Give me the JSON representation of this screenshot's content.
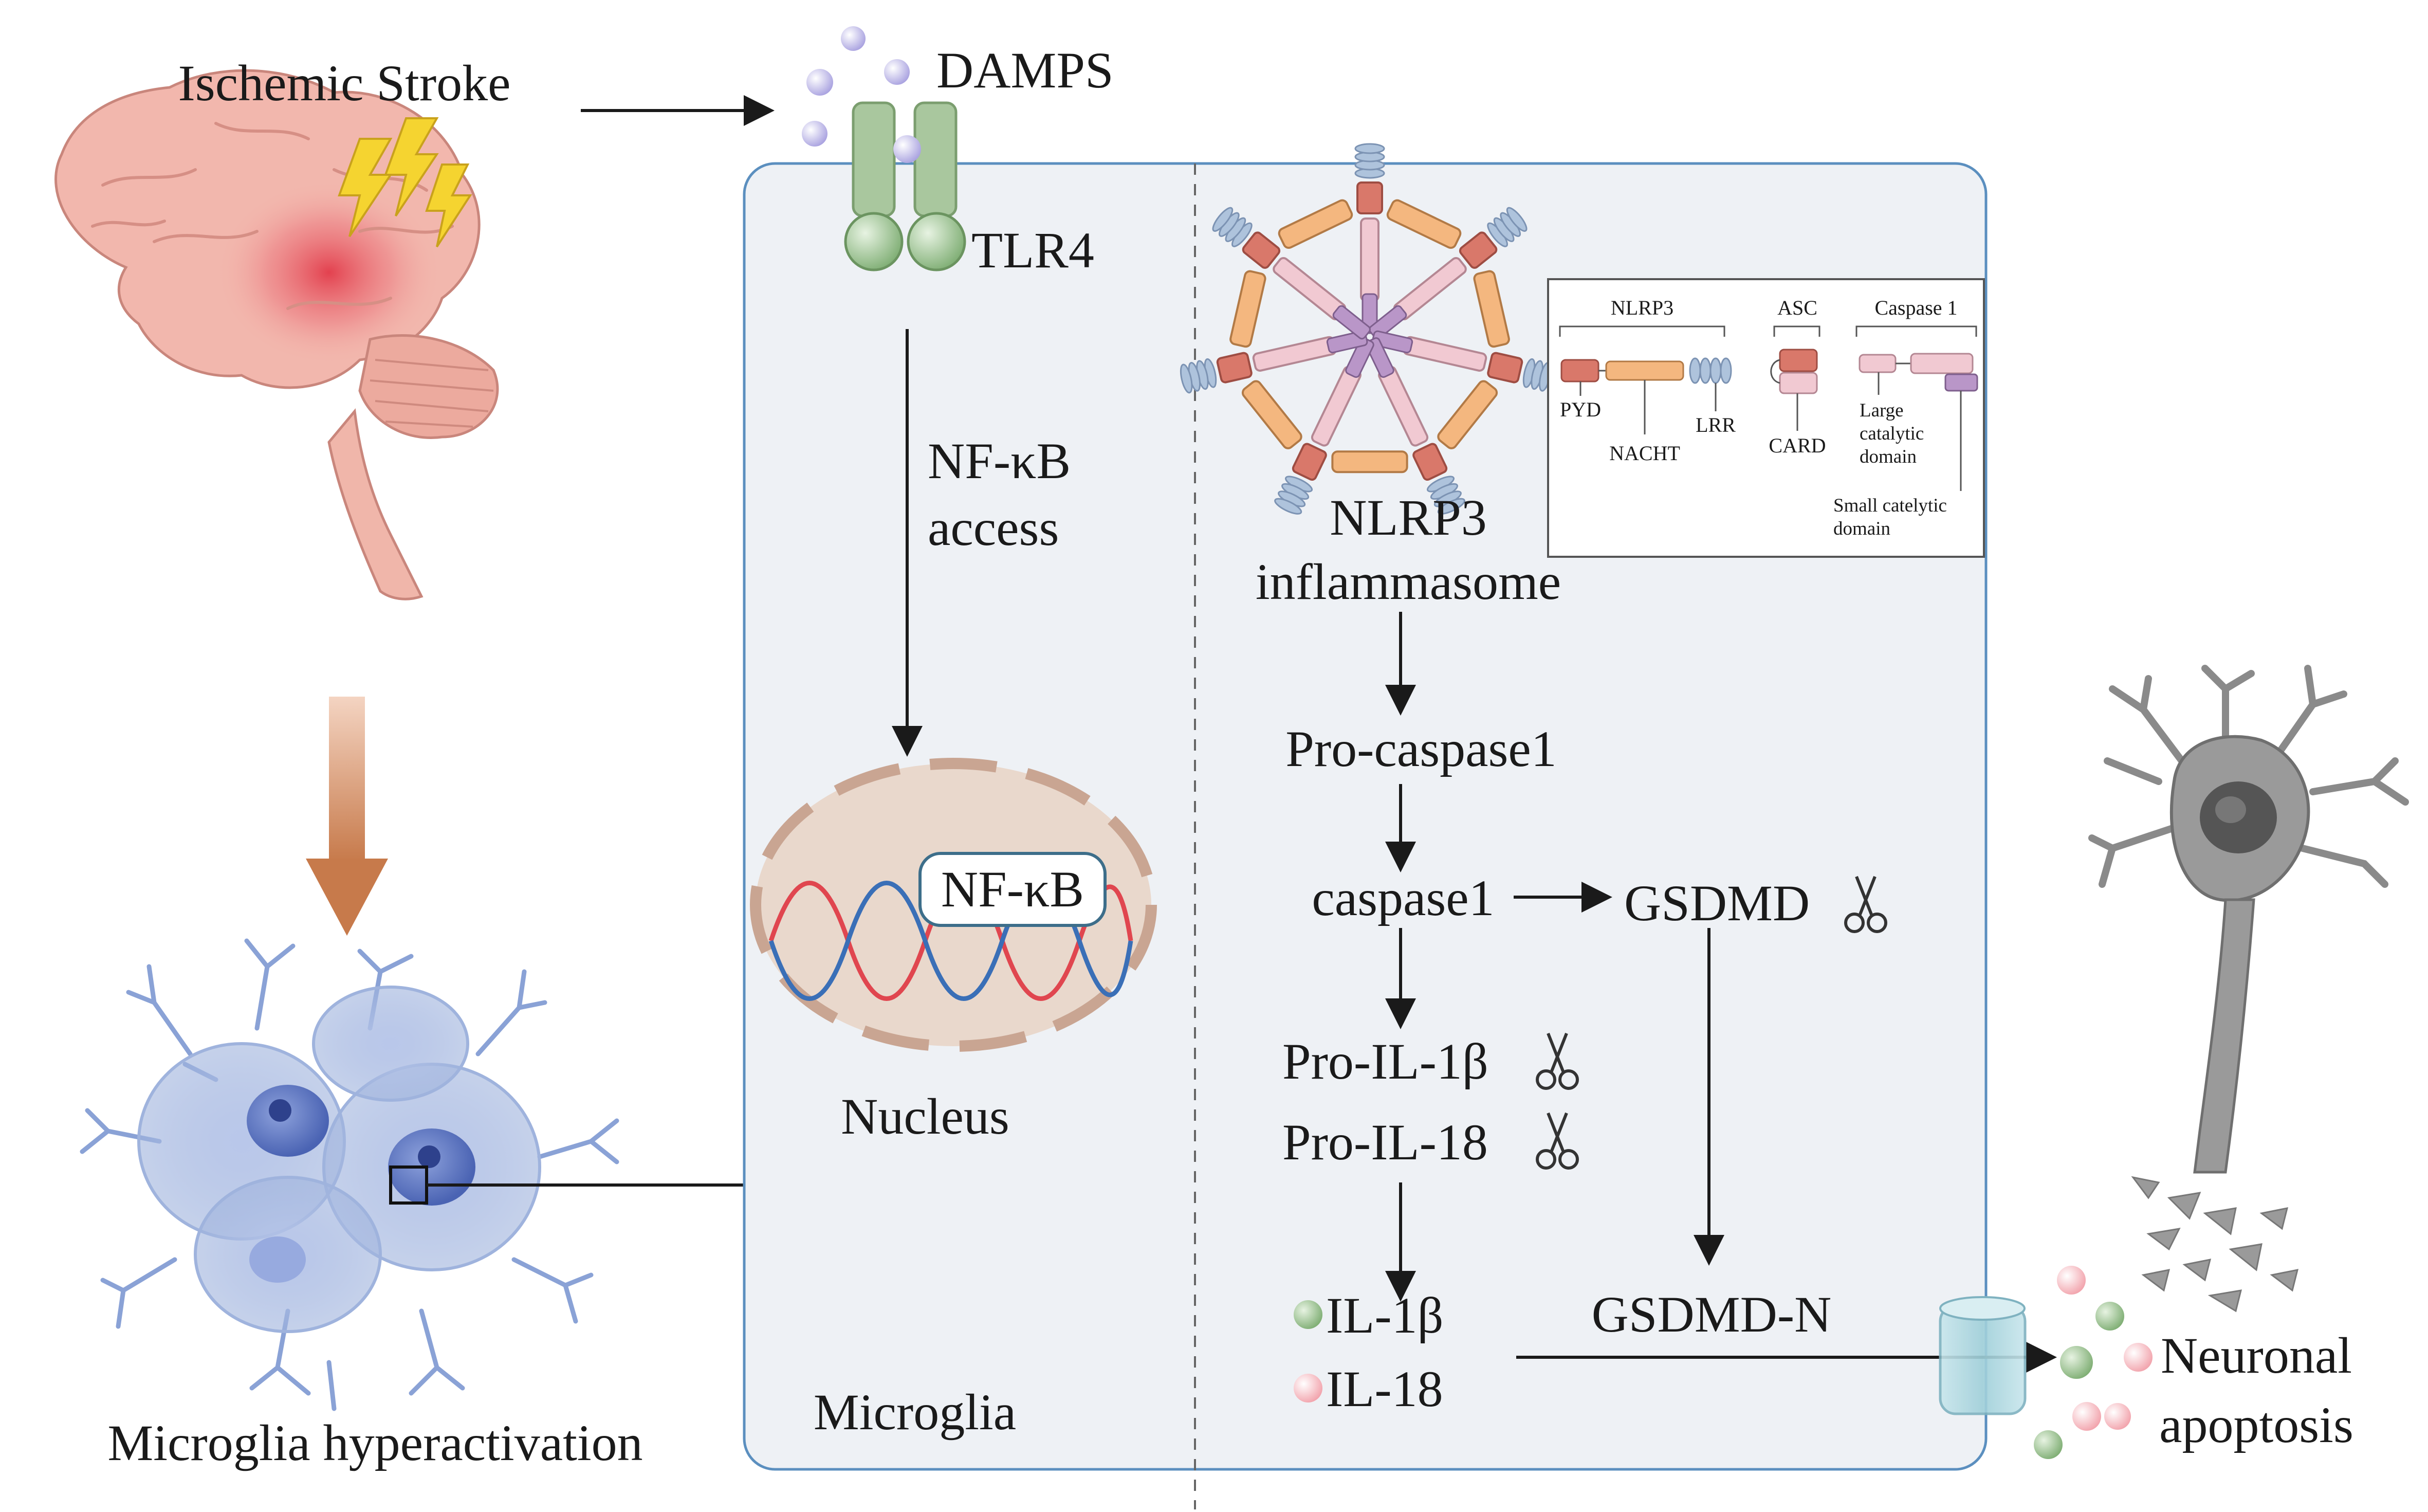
{
  "labels": {
    "ischemic_stroke": "Ischemic Stroke",
    "damps": "DAMPS",
    "tlr4": "TLR4",
    "nfkb_access_line1": "NF-κB",
    "nfkb_access_line2": "access",
    "nfkb_box": "NF-κB",
    "nucleus": "Nucleus",
    "microglia": "Microglia",
    "microglia_hyperactivation": "Microglia hyperactivation",
    "nlrp3_line1": "NLRP3",
    "nlrp3_line2": "inflammasome",
    "pro_caspase1": "Pro-caspase1",
    "caspase1": "caspase1",
    "gsdmd": "GSDMD",
    "pro_il1b": "Pro-IL-1β",
    "pro_il18": "Pro-IL-18",
    "il1b": "IL-1β",
    "il18": "IL-18",
    "gsdmd_n": "GSDMD-N",
    "neuronal_line1": "Neuronal",
    "neuronal_line2": "apoptosis"
  },
  "legend": {
    "nlrp3": "NLRP3",
    "asc": "ASC",
    "caspase1": "Caspase 1",
    "pyd": "PYD",
    "nacht": "NACHT",
    "lrr": "LRR",
    "card": "CARD",
    "large_line1": "Large",
    "large_line2": "catalytic",
    "large_line3": "domain",
    "small_line1": "Small catelytic",
    "small_line2": "domain"
  },
  "colors": {
    "panel_fill": "#eef1f5",
    "panel_stroke": "#5b8fbf",
    "brain": "#f2b7ad",
    "brain_hot": "#e23b4a",
    "lightning": "#f5d430",
    "arrow_gradient_top": "#f4d4c2",
    "arrow_gradient_bottom": "#c77a4b",
    "microglia": "#9fb3dd",
    "microglia_nucleus": "#4a63b3",
    "tlr4_receptor": "#a9c79e",
    "damps_particle": "#a9a2e0",
    "nucleus_fill": "#e9d8cc",
    "nucleus_dash": "#c9a592",
    "dna_red": "#e0464f",
    "dna_blue": "#3a6fb7",
    "nfkb_box_stroke": "#3d6e8a",
    "inflammasome_orange": "#f4b77f",
    "inflammasome_red": "#d9786a",
    "inflammasome_pink": "#f1c9d2",
    "inflammasome_purple": "#b996c8",
    "inflammasome_blue": "#aec3dc",
    "neuron": "#8a8a8a",
    "pore": "#9fcfd9",
    "il1b_dot": "#8fc07f",
    "il18_dot": "#f2b2b8"
  },
  "icons": [
    "lightning-icon",
    "scissors-icon",
    "brain-illustration",
    "microglia-illustration",
    "neuron-illustration",
    "inflammasome-illustration",
    "dna-helix"
  ]
}
